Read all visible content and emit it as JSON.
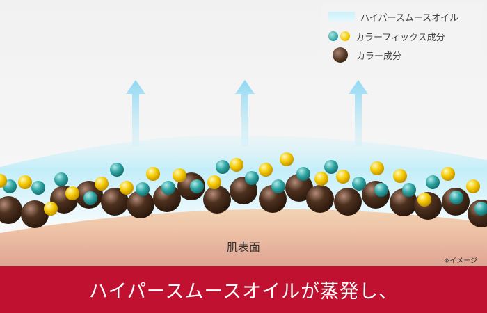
{
  "legend": {
    "items": [
      {
        "label": "ハイパースムースオイル",
        "icon": "oil-layer-icon"
      },
      {
        "label": "カラーフィックス成分",
        "icon": "teal-yellow-particles-icon"
      },
      {
        "label": "カラー成分",
        "icon": "brown-particle-icon"
      }
    ]
  },
  "diagram": {
    "skin_label": "肌表面",
    "note": "※イメージ",
    "colors": {
      "teal": "#2a9e9c",
      "yellow": "#f2c800",
      "brown": "#4a2e1c",
      "banner": "#c01230",
      "oil": "#bfeefa"
    }
  },
  "banner": {
    "text": "ハイパースムースオイルが蒸発し、"
  }
}
